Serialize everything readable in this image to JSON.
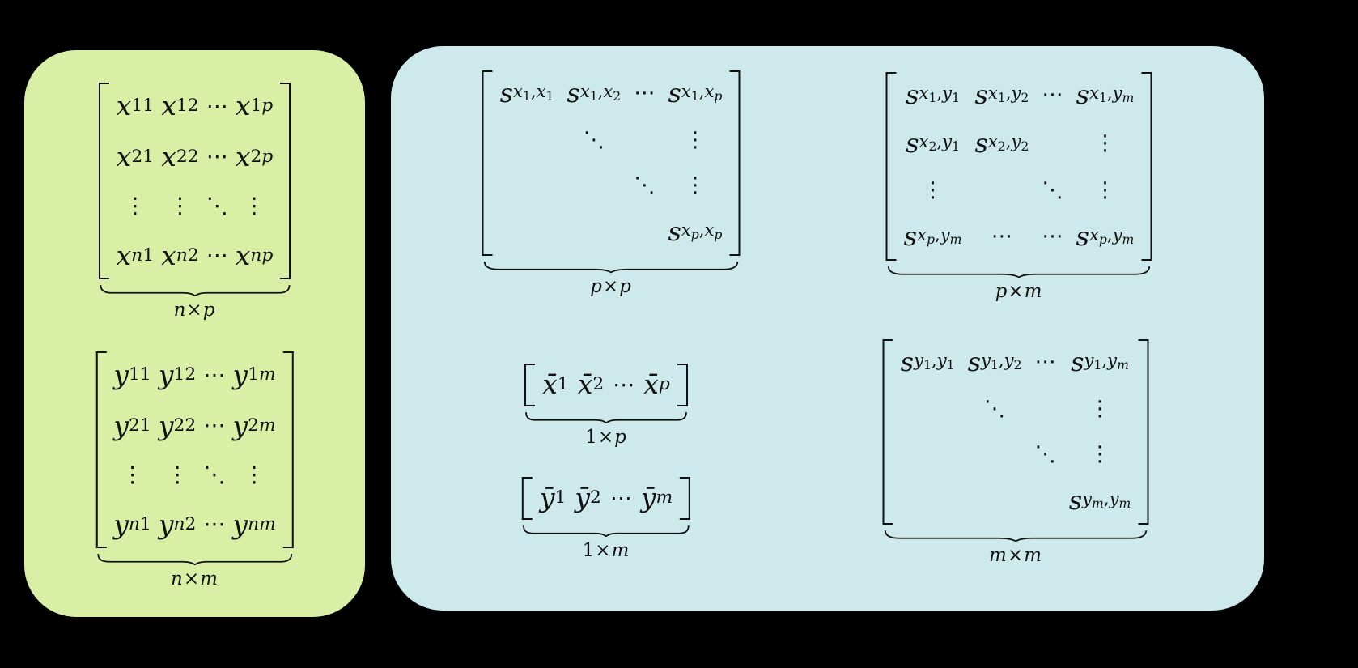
{
  "canvas": {
    "background": "#000000"
  },
  "left_panel": {
    "name": "data-matrices-panel",
    "background": "#d9efa6",
    "groups": [
      {
        "id": "X",
        "rows": [
          [
            "x_11",
            "x_12",
            "⋯",
            "x_1p"
          ],
          [
            "x_21",
            "x_22",
            "⋯",
            "x_2p"
          ],
          [
            "⋮",
            "⋮",
            "⋱",
            "⋮"
          ],
          [
            "x_n1",
            "x_n2",
            "⋯",
            "x_np"
          ]
        ],
        "label": "n×p"
      },
      {
        "id": "Y",
        "rows": [
          [
            "y_11",
            "y_12",
            "⋯",
            "y_1m"
          ],
          [
            "y_21",
            "y_22",
            "⋯",
            "y_2m"
          ],
          [
            "⋮",
            "⋮",
            "⋱",
            "⋮"
          ],
          [
            "y_n1",
            "y_n2",
            "⋯",
            "y_nm"
          ]
        ],
        "label": "n×m"
      }
    ]
  },
  "right_panel": {
    "name": "covariance-matrices-panel",
    "background": "#cde9ec",
    "groups": [
      {
        "id": "Sxx",
        "rows": [
          [
            "s_(x1,x1)",
            "s_(x1,x2)",
            "⋯",
            "s_(x1,xp)"
          ],
          [
            "",
            "⋱",
            "",
            "⋮"
          ],
          [
            "",
            "",
            "⋱",
            "⋮"
          ],
          [
            "",
            "",
            "",
            "s_(xp,xp)"
          ]
        ],
        "label": "p×p"
      },
      {
        "id": "Sxy",
        "rows": [
          [
            "s_(x1,y1)",
            "s_(x1,y2)",
            "⋯",
            "s_(x1,ym)"
          ],
          [
            "s_(x2,y1)",
            "s_(x2,y2)",
            "",
            "⋮"
          ],
          [
            "⋮",
            "",
            "⋱",
            "⋮"
          ],
          [
            "s_(xp,ym)",
            "⋯",
            "⋯",
            "s_(xp,ym)"
          ]
        ],
        "label": "p×m"
      },
      {
        "id": "xbar",
        "rows": [
          [
            "x̄_1",
            "x̄_2",
            "⋯",
            "x̄_p"
          ]
        ],
        "label": "1×p"
      },
      {
        "id": "ybar",
        "rows": [
          [
            "ȳ_1",
            "ȳ_2",
            "⋯",
            "ȳ_m"
          ]
        ],
        "label": "1×m"
      },
      {
        "id": "Syy",
        "rows": [
          [
            "s_(y1,y1)",
            "s_(y1,y2)",
            "⋯",
            "s_(y1,ym)"
          ],
          [
            "",
            "⋱",
            "",
            "⋮"
          ],
          [
            "",
            "",
            "⋱",
            "⋮"
          ],
          [
            "",
            "",
            "",
            "s_(ym,ym)"
          ]
        ],
        "label": "m×m"
      }
    ]
  }
}
